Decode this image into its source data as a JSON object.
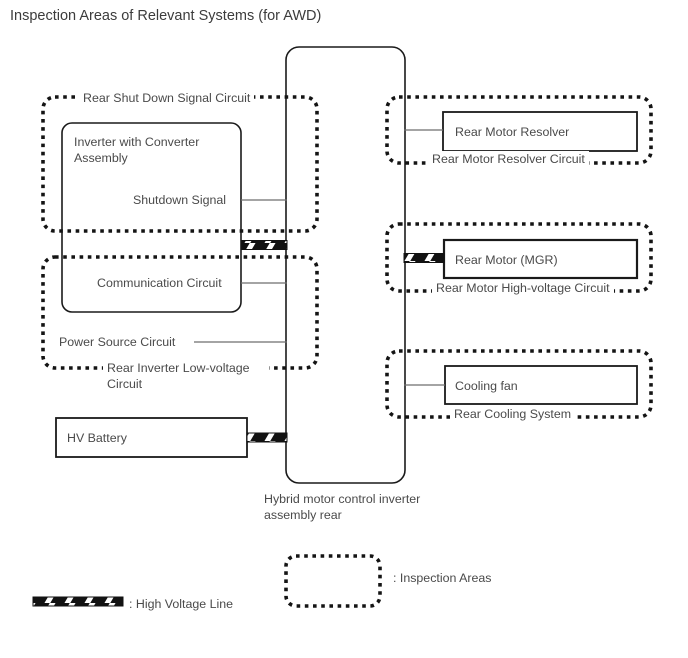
{
  "title": "Inspection Areas of Relevant Systems (for AWD)",
  "diagram": {
    "central_unit_label": "Hybrid motor control inverter assembly rear",
    "left": {
      "shutdown_area_label": "Rear Shut Down Signal Circuit",
      "inverter_box_label": "Inverter with Converter Assembly",
      "shutdown_signal_label": "Shutdown Signal",
      "communication_label": "Communication Circuit",
      "power_source_label": "Power Source Circuit",
      "low_voltage_area_label": "Rear Inverter Low-voltage Circuit",
      "hv_battery_label": "HV Battery"
    },
    "right": {
      "resolver_box_label": "Rear Motor Resolver",
      "resolver_area_label": "Rear Motor Resolver Circuit",
      "motor_box_label": "Rear Motor (MGR)",
      "motor_area_label": "Rear Motor High-voltage Circuit",
      "cooling_box_label": "Cooling fan",
      "cooling_area_label": "Rear Cooling System"
    }
  },
  "legend": {
    "high_voltage_label": ": High Voltage Line",
    "inspection_label": ": Inspection Areas"
  },
  "colors": {
    "box_stroke": "#1a1a1a",
    "dotted_outline": "#141414",
    "text": "#4a4a4a",
    "connector_line": "#6e6e6e",
    "hv_line_fill": "#121212",
    "background": "#ffffff"
  }
}
